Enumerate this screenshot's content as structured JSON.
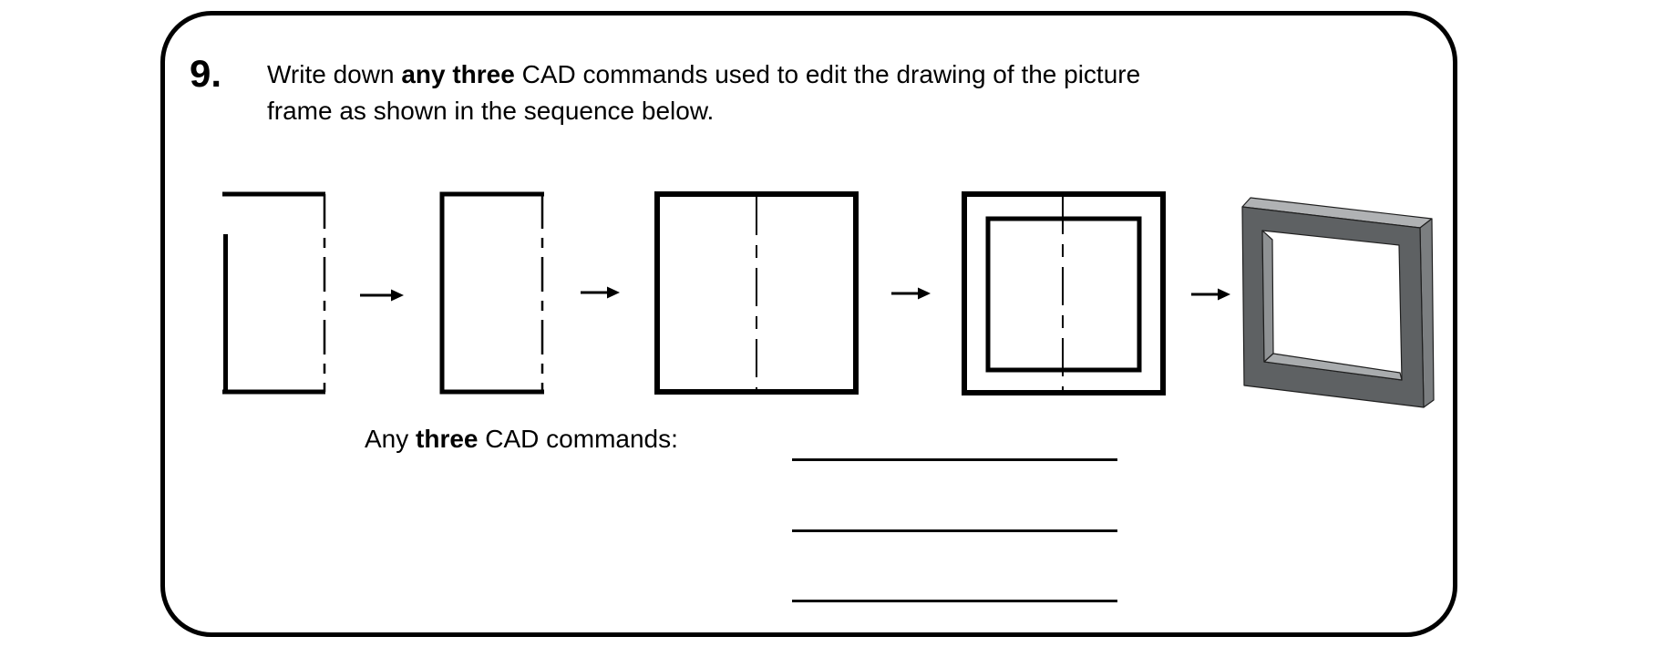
{
  "question": {
    "number": "9.",
    "prompt_lines": [
      [
        {
          "text": "Write down ",
          "bold": false
        },
        {
          "text": "any three",
          "bold": true
        },
        {
          "text": " CAD commands used to edit the drawing of the picture",
          "bold": false
        }
      ],
      [
        {
          "text": "frame as shown in the sequence below.",
          "bold": false
        }
      ]
    ],
    "answer_label": [
      {
        "text": "Any ",
        "bold": false
      },
      {
        "text": "three",
        "bold": true
      },
      {
        "text": " CAD commands:",
        "bold": false
      }
    ],
    "answer_lines_count": 3
  },
  "diagram": {
    "steps": [
      {
        "name": "partial-rectangle-with-mirror-line"
      },
      {
        "name": "closed-rectangle-with-mirror-line"
      },
      {
        "name": "mirrored-square-with-centerline"
      },
      {
        "name": "square-with-offset-inner-square"
      },
      {
        "name": "extruded-3d-picture-frame"
      }
    ],
    "arrow_glyph": "→",
    "colors": {
      "line": "#000000",
      "edge": "#1f1f1f",
      "frame_front": "#5e6163",
      "frame_top": "#b0b2b4",
      "frame_side": "#7b7e80",
      "frame_inner_left": "#8f9294",
      "frame_inner_bottom": "#a9acae"
    }
  }
}
